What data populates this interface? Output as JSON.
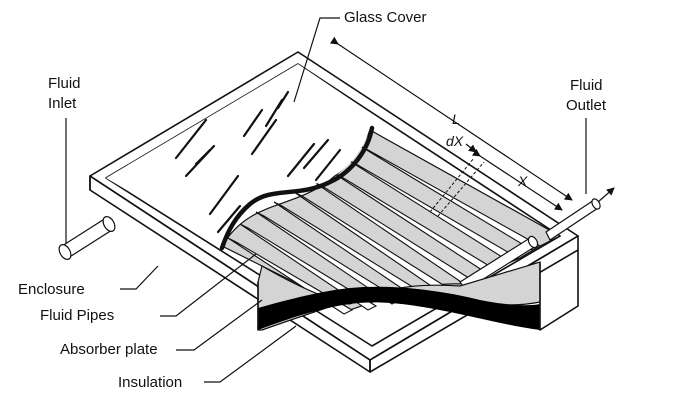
{
  "labels": {
    "glass_cover": "Glass Cover",
    "fluid_inlet_1": "Fluid",
    "fluid_inlet_2": "Inlet",
    "fluid_outlet_1": "Fluid",
    "fluid_outlet_2": "Outlet",
    "length": "L",
    "dx": "dX",
    "x": "X",
    "enclosure": "Enclosure",
    "fluid_pipes": "Fluid  Pipes",
    "absorber_plate": "Absorber plate",
    "insulation": "Insulation"
  },
  "colors": {
    "stroke": "#111111",
    "glass": "#ffffff",
    "absorber_gray": "#d4d4d4",
    "pipe_fill": "#ffffff",
    "insulation": "#000000"
  }
}
